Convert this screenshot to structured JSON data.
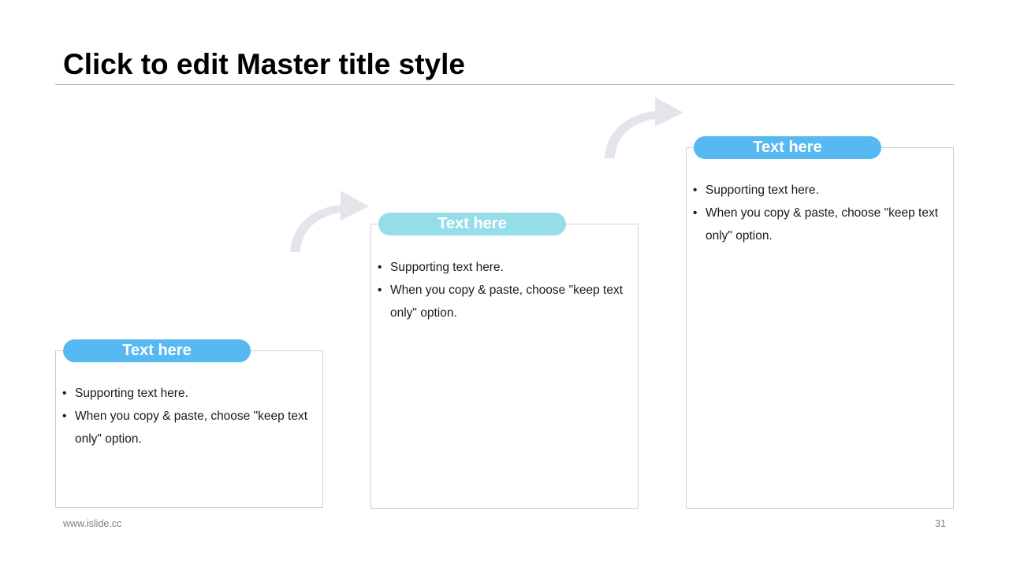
{
  "slide": {
    "title": "Click to edit Master title style"
  },
  "colors": {
    "pill_blue": "#57b9f2",
    "pill_cyan": "#95dde9",
    "arrow_gray": "#e3e5ea",
    "border_gray": "#d0d0d0",
    "rule_gray": "#a6a6a6"
  },
  "steps": [
    {
      "label": "Text here",
      "bullets": [
        "Supporting text here.",
        "When you copy & paste, choose \"keep text only\" option."
      ]
    },
    {
      "label": "Text here",
      "bullets": [
        "Supporting text here.",
        "When you copy & paste, choose \"keep text only\" option."
      ]
    },
    {
      "label": "Text here",
      "bullets": [
        "Supporting text here.",
        "When you copy & paste, choose \"keep text only\" option."
      ]
    }
  ],
  "bullet_glyph": "•",
  "footer": {
    "url": "www.islide.cc",
    "page_number": "31"
  }
}
